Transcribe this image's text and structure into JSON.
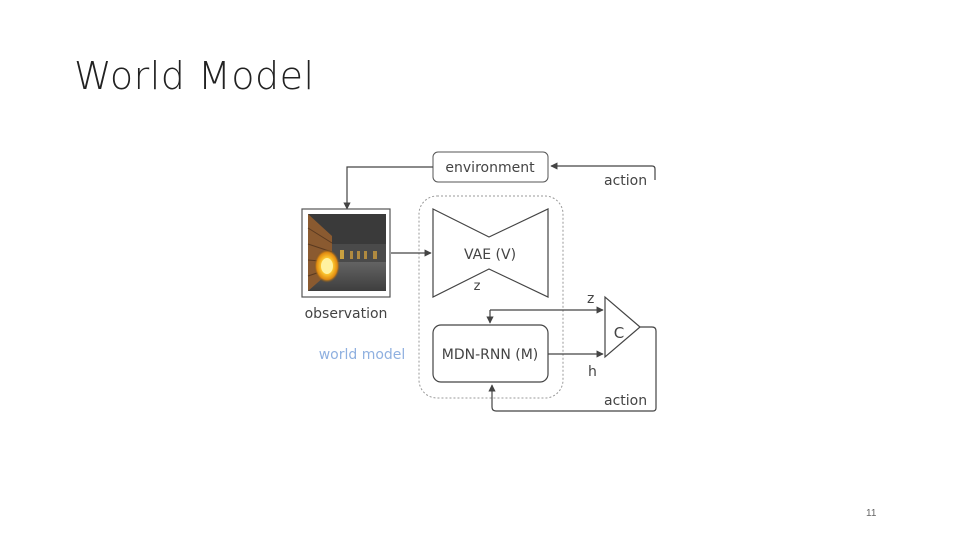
{
  "slide": {
    "title": "World Model",
    "page_number": "11"
  },
  "diagram": {
    "environment_label": "environment",
    "action_top_label": "action",
    "observation_label": "observation",
    "world_model_label": "world model",
    "vae_label": "VAE (V)",
    "vae_z_label": "z",
    "mdn_rnn_label": "MDN-RNN (M)",
    "controller_z_label": "z",
    "controller_label": "C",
    "h_label": "h",
    "action_bottom_label": "action",
    "colors": {
      "line": "#444444",
      "world_model_text": "#8fb0e0",
      "dotted_box": "#999999"
    }
  }
}
